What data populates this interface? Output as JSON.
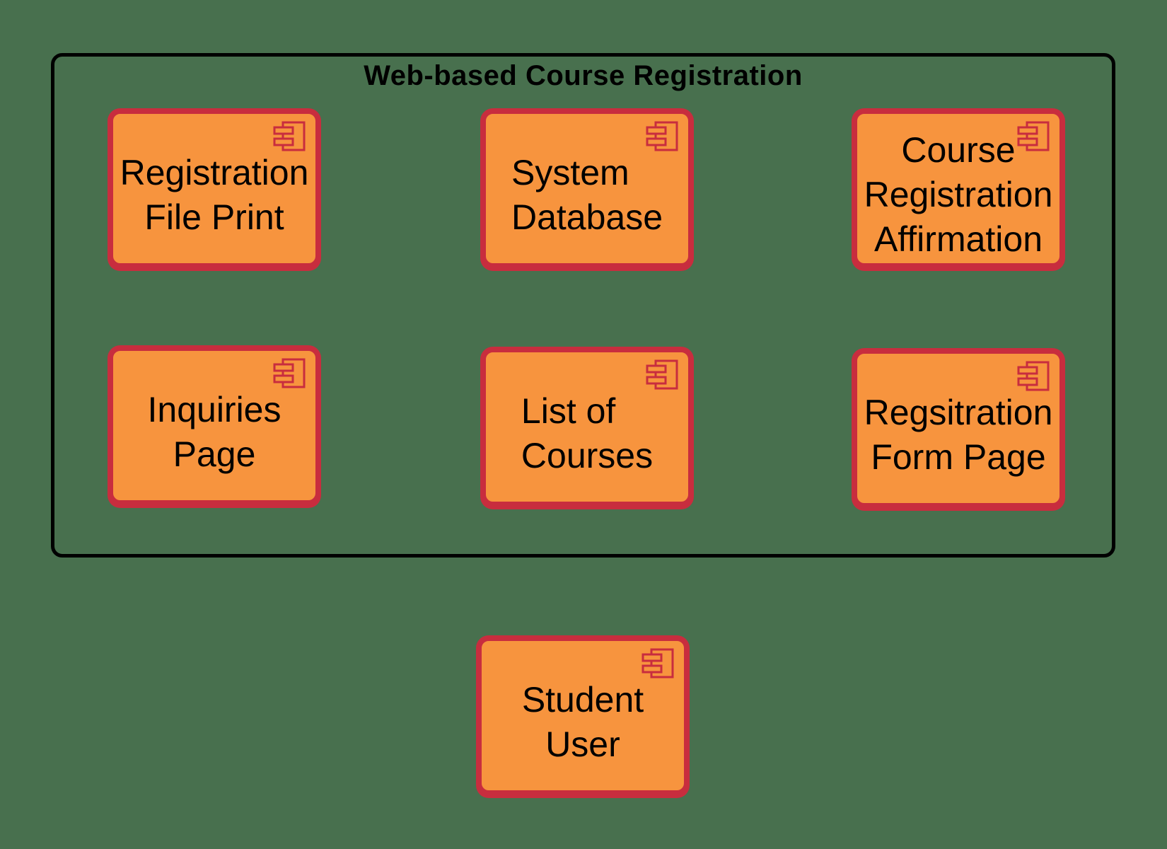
{
  "colors": {
    "background": "#48704e",
    "node_fill": "#f7943e",
    "node_border": "#c82d3e",
    "container_border": "#000000",
    "node_text": "#000000",
    "title_text": "#000000"
  },
  "boundary": {
    "title": "Web-based Course Registration"
  },
  "components": [
    {
      "name": "Registration File Print",
      "lines": [
        "Registration",
        "File Print"
      ]
    },
    {
      "name": "System Database",
      "lines": [
        "System",
        "Database"
      ]
    },
    {
      "name": "Course Registration Affirmation",
      "lines": [
        "Course",
        "Registration",
        "Affirmation"
      ]
    },
    {
      "name": "Inquiries Page",
      "lines": [
        "Inquiries",
        "Page"
      ]
    },
    {
      "name": "List of Courses",
      "lines": [
        "List of",
        "Courses"
      ]
    },
    {
      "name": "Regsitration Form Page",
      "lines": [
        "Regsitration",
        "Form Page"
      ]
    },
    {
      "name": "Student User",
      "lines": [
        "Student",
        "User"
      ]
    }
  ],
  "icons": {
    "component": "uml-component-symbol"
  }
}
